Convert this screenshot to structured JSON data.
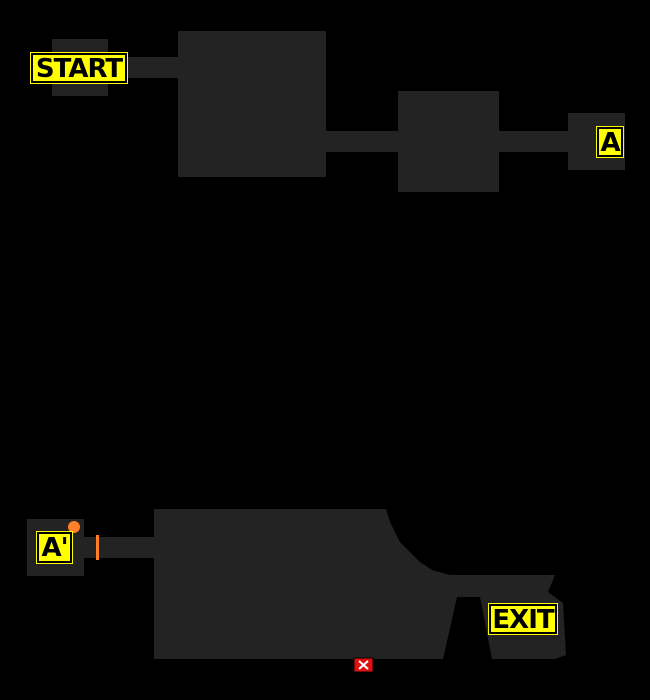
{
  "labels": {
    "start": "START",
    "a": "A",
    "a_prime": "A'",
    "exit": "EXIT"
  },
  "colors": {
    "background": "#000000",
    "room": "#232323",
    "label": "#ffff00",
    "door": "#ff7f2a",
    "marker": "#ff7f2a",
    "close_marker": "#e01010"
  },
  "icons": {
    "player_marker": "orange-dot",
    "door": "orange-bar",
    "blocked_marker": "red-x-box"
  }
}
